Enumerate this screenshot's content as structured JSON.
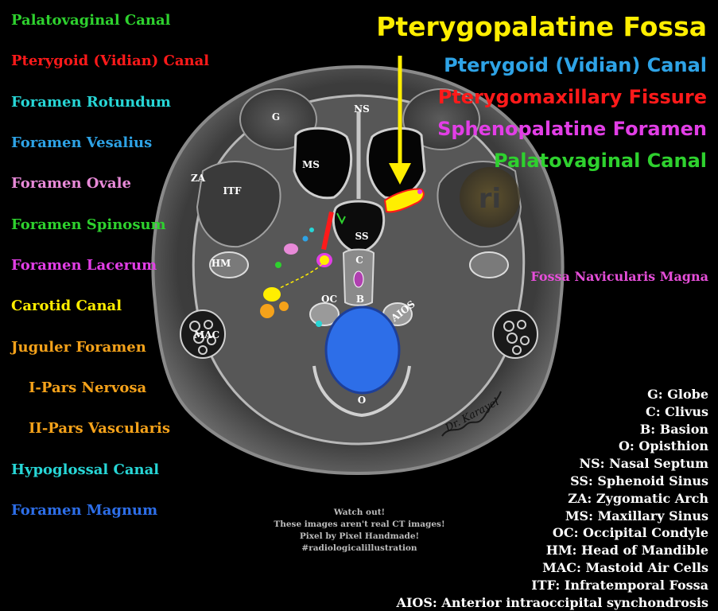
{
  "title": "Pterygopalatine Fossa",
  "colors": {
    "yellow": "#ffee00",
    "green": "#2ed12e",
    "red": "#ff1a1a",
    "cyan": "#27d6d6",
    "sky": "#2ea3e6",
    "pink": "#e88ad8",
    "magenta": "#e23ee6",
    "orange": "#f5a21a",
    "blue": "#2d6ee8",
    "fossa_pink": "#e64ed9"
  },
  "left_legend": [
    {
      "label": "Palatovaginal Canal",
      "color": "#2ed12e"
    },
    {
      "label": "Pterygoid (Vidian) Canal",
      "color": "#ff1a1a"
    },
    {
      "label": "Foramen Rotundum",
      "color": "#27d6d6"
    },
    {
      "label": "Foramen Vesalius",
      "color": "#2ea3e6"
    },
    {
      "label": "Foramen Ovale",
      "color": "#e88ad8"
    },
    {
      "label": "Foramen Spinosum",
      "color": "#2ed12e"
    },
    {
      "label": "Foramen Lacerum",
      "color": "#e23ee6"
    },
    {
      "label": "Carotid Canal",
      "color": "#ffee00"
    },
    {
      "label": "Juguler Foramen",
      "color": "#f5a21a"
    },
    {
      "label": "I-Pars Nervosa",
      "color": "#f5a21a"
    },
    {
      "label": "II-Pars Vascularis",
      "color": "#f5a21a"
    },
    {
      "label": "Hypoglossal Canal",
      "color": "#27d6d6"
    },
    {
      "label": "Foramen Magnum",
      "color": "#2d6ee8"
    }
  ],
  "pterygopalatine_list": [
    {
      "label": "Pterygoid (Vidian) Canal",
      "color": "#2ea3e6"
    },
    {
      "label": "Pterygomaxillary Fissure",
      "color": "#ff1a1a"
    },
    {
      "label": "Sphenopalatine Foramen",
      "color": "#e23ee6"
    },
    {
      "label": "Palatovaginal Canal",
      "color": "#2ed12e"
    }
  ],
  "fossa_label": "Fossa Navicularis Magna",
  "abbreviations": [
    "G: Globe",
    "C: Clivus",
    "B: Basion",
    "O: Opisthion",
    "NS: Nasal Septum",
    "SS: Sphenoid Sinus",
    "ZA: Zygomatic Arch",
    "MS: Maxillary Sinus",
    "OC: Occipital Condyle",
    "HM: Head of Mandible",
    "MAC: Mastoid Air Cells",
    "ITF: Infratemporal Fossa",
    "AIOS: Anterior intraoccipital synchondrosis"
  ],
  "watermark_lines": [
    "Watch out!",
    "These images aren't real CT images!",
    "Pixel by Pixel Handmade!",
    "#radiologicalillustration"
  ],
  "ct_labels": {
    "G": "G",
    "NS": "NS",
    "MS": "MS",
    "ZA": "ZA",
    "ITF": "ITF",
    "SS": "SS",
    "C": "C",
    "HM": "HM",
    "OC": "OC",
    "B": "B",
    "AIOS": "AIOS",
    "MAC": "MAC",
    "O": "O"
  },
  "logo_text": "ri",
  "signature": "Dr. Karayel"
}
